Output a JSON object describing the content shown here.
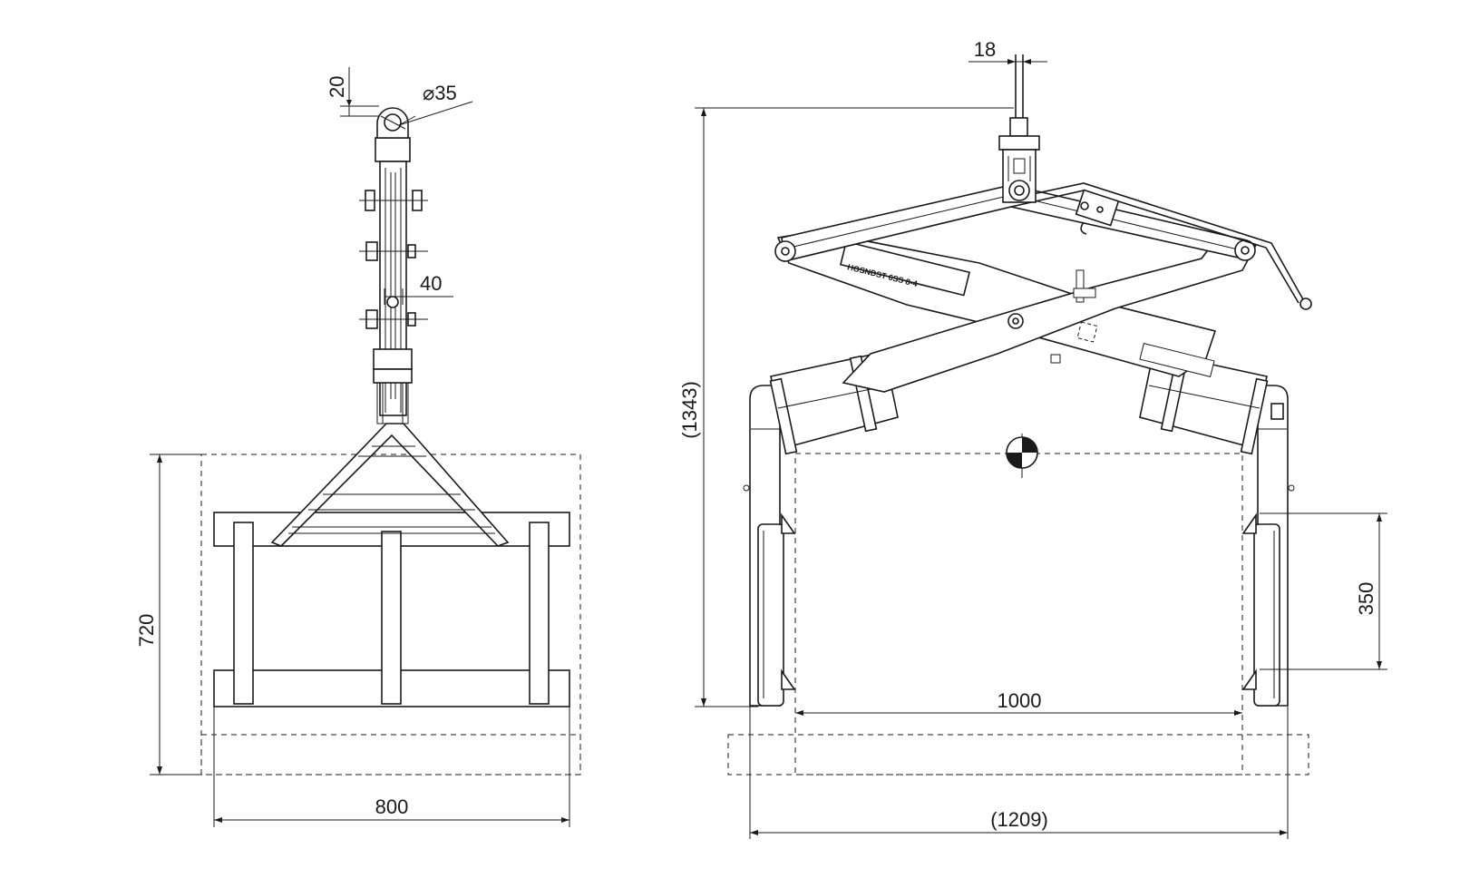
{
  "dimensions": {
    "hook_gap": "20",
    "pin_diameter": "⌀35",
    "arm_width": "40",
    "height_load": "720",
    "width_front": "800",
    "top_width": "18",
    "total_height": "(1343)",
    "clamp_height": "350",
    "jaw_opening": "1000",
    "overall_width": "(1209)"
  },
  "plate_text": "HOSNDST 6SS 8-4",
  "colors": {
    "line": "#1a1a1a",
    "background": "#ffffff"
  }
}
